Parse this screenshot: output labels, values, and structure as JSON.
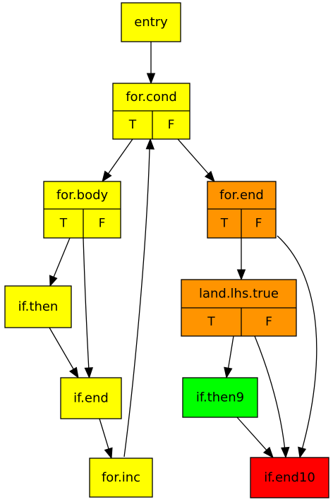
{
  "colors": {
    "yellow": "#ffff00",
    "orange": "#ff9400",
    "green": "#00ff00",
    "red": "#ff0000"
  },
  "nodes": {
    "entry": {
      "label": "entry",
      "color": "yellow"
    },
    "for_cond": {
      "label": "for.cond",
      "color": "yellow",
      "ports": [
        "T",
        "F"
      ]
    },
    "for_body": {
      "label": "for.body",
      "color": "yellow",
      "ports": [
        "T",
        "F"
      ]
    },
    "for_end": {
      "label": "for.end",
      "color": "orange",
      "ports": [
        "T",
        "F"
      ]
    },
    "if_then": {
      "label": "if.then",
      "color": "yellow"
    },
    "land_lhs_true": {
      "label": "land.lhs.true",
      "color": "orange",
      "ports": [
        "T",
        "F"
      ]
    },
    "if_end": {
      "label": "if.end",
      "color": "yellow"
    },
    "if_then9": {
      "label": "if.then9",
      "color": "green"
    },
    "for_inc": {
      "label": "for.inc",
      "color": "yellow"
    },
    "if_end10": {
      "label": "if.end10",
      "color": "red"
    }
  },
  "edges": [
    {
      "from": "entry",
      "to": "for.cond"
    },
    {
      "from": "for.cond",
      "port": "T",
      "to": "for.body"
    },
    {
      "from": "for.cond",
      "port": "F",
      "to": "for.end"
    },
    {
      "from": "for.body",
      "port": "T",
      "to": "if.then"
    },
    {
      "from": "for.body",
      "port": "F",
      "to": "if.end"
    },
    {
      "from": "if.then",
      "to": "if.end"
    },
    {
      "from": "if.end",
      "to": "for.inc"
    },
    {
      "from": "for.inc",
      "to": "for.cond"
    },
    {
      "from": "for.end",
      "port": "T",
      "to": "land.lhs.true"
    },
    {
      "from": "for.end",
      "port": "F",
      "to": "if.end10"
    },
    {
      "from": "land.lhs.true",
      "port": "T",
      "to": "if.then9"
    },
    {
      "from": "land.lhs.true",
      "port": "F",
      "to": "if.end10"
    },
    {
      "from": "if.then9",
      "to": "if.end10"
    }
  ]
}
